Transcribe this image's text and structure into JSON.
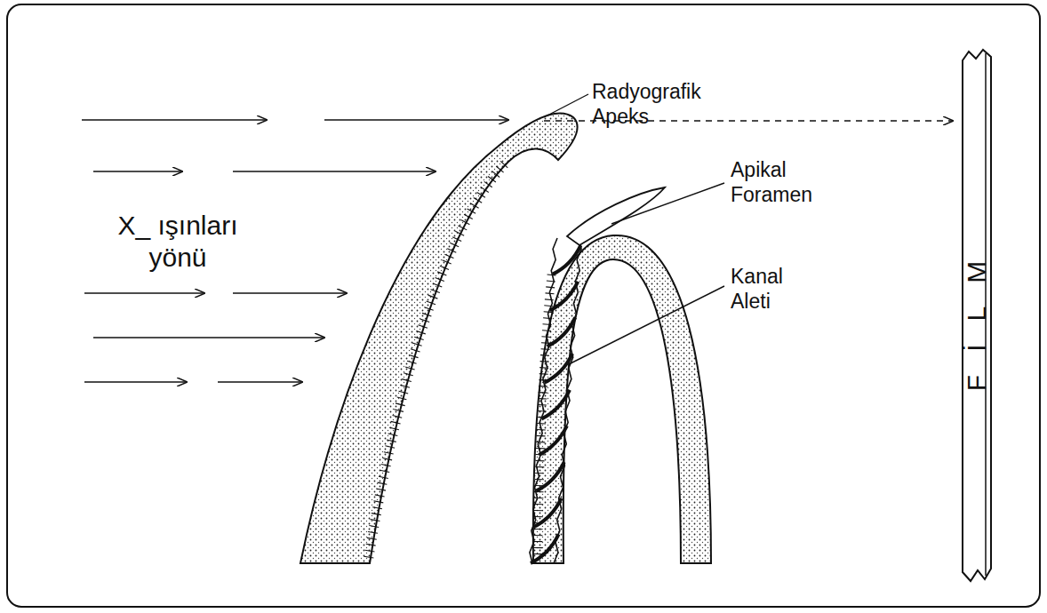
{
  "diagram": {
    "nodes": [
      {
        "text": [
          "FİLM"
        ]
      }
    ],
    "labels": [
      "Radyografik Apeks",
      "Apikal Foramen",
      "Kanal Aleti",
      "X_ ışınları yönü"
    ]
  }
}
